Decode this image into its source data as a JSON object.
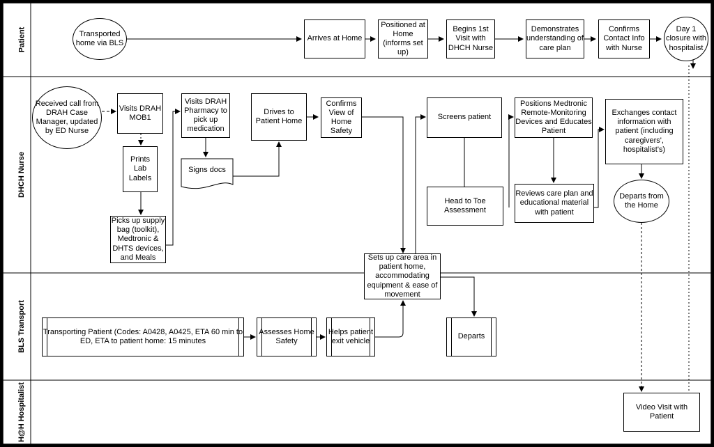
{
  "lanes": [
    {
      "id": "patient",
      "label": "Patient"
    },
    {
      "id": "nurse",
      "label": "DHCH Nurse"
    },
    {
      "id": "bls",
      "label": "BLS Transport"
    },
    {
      "id": "hosp",
      "label": "H@H Hospitalist"
    }
  ],
  "nodes": {
    "transported": "Transported home via BLS",
    "arrives": "Arrives at Home",
    "positioned": "Positioned at Home (informs set up)",
    "begins": "Begins 1st Visit with DHCH Nurse",
    "demonstrates": "Demonstrates understanding of care plan",
    "confirms_contact": "Confirms Contact Info with Nurse",
    "day1": "Day 1 closure with hospitalist",
    "received": "Received call from DRAH Case Manager, updated by ED Nurse",
    "visits_mob": "Visits DRAH MOB1",
    "prints": "Prints Lab Labels",
    "picks": "Picks up supply bag (toolkit), Medtronic & DHTS devices, and Meals",
    "visits_pharm": "Visits DRAH Pharmacy to pick up medication",
    "signs": "Signs docs",
    "drives": "Drives to Patient Home",
    "confirms_view": "Confirms View of Home Safety",
    "screens": "Screens patient",
    "head_toe": "Head to Toe Assessment",
    "positions_med": "Positions Medtronic Remote-Monitoring Devices and Educates Patient",
    "reviews": "Reviews care plan and educational material with patient",
    "exchanges": "Exchanges contact information with patient (including caregivers', hospitalist's)",
    "departs_home": "Departs from the Home",
    "sets_up": "Sets up care area in patient home, accommodating equipment & ease of movement",
    "transporting": "Transporting Patient (Codes: A0428, A0425, ETA 60 min to ED, ETA to patient home: 15 minutes",
    "assesses": "Assesses Home Safety",
    "helps": "Helps patient exit vehicle",
    "departs_bls": "Departs",
    "video": "Video Visit with Patient"
  }
}
